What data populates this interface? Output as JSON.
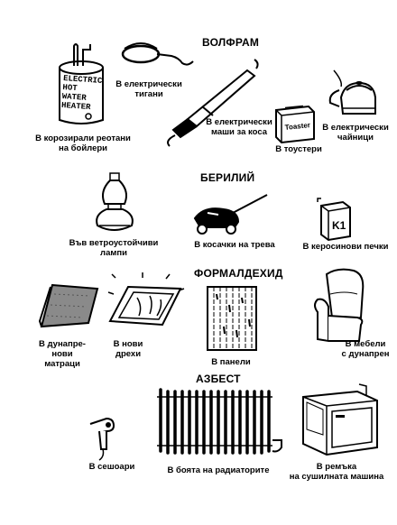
{
  "sections": {
    "tungsten": "ВОЛФРАМ",
    "beryllium": "БЕРИЛИЙ",
    "formaldehyde": "ФОРМАЛДЕХИД",
    "asbestos": "АЗБЕСТ"
  },
  "items": {
    "boiler": {
      "caption": "В корозирали реотани\nна бойлери",
      "label": "ELECTRIC\nHOT\nWATER\nHEATER",
      "icon": "water-heater-icon"
    },
    "pans": {
      "caption": "В електрически\nтигани",
      "icon": "frying-pan-icon"
    },
    "curlers": {
      "caption": "В електрически\nмаши за коса",
      "icon": "curling-iron-icon"
    },
    "toasters": {
      "caption": "В тоустери",
      "label": "Toaster",
      "icon": "toaster-icon"
    },
    "kettles": {
      "caption": "В електрически\nчайници",
      "icon": "kettle-icon"
    },
    "lamps": {
      "caption": "Във ветроустойчиви\nлампи",
      "icon": "lamp-icon"
    },
    "mowers": {
      "caption": "В косачки на трева",
      "icon": "lawn-mower-icon"
    },
    "heaters": {
      "caption": "В керосинови печки",
      "label": "K1",
      "icon": "kerosene-heater-icon"
    },
    "mattress": {
      "caption": "В дунапре-\nнови\nматраци",
      "icon": "mattress-icon"
    },
    "clothes": {
      "caption": "В нови\nдрехи",
      "icon": "clothes-box-icon"
    },
    "panels": {
      "caption": "В панели",
      "icon": "wall-panel-icon"
    },
    "furniture": {
      "caption": "В мебели\nс дунапрен",
      "icon": "armchair-icon"
    },
    "dryer": {
      "caption": "В сешоари",
      "icon": "hair-dryer-icon"
    },
    "radiator": {
      "caption": "В боята на радиаторите",
      "icon": "radiator-icon"
    },
    "washer": {
      "caption": "В ремъка\nна сушилната машина",
      "icon": "clothes-dryer-icon"
    }
  }
}
